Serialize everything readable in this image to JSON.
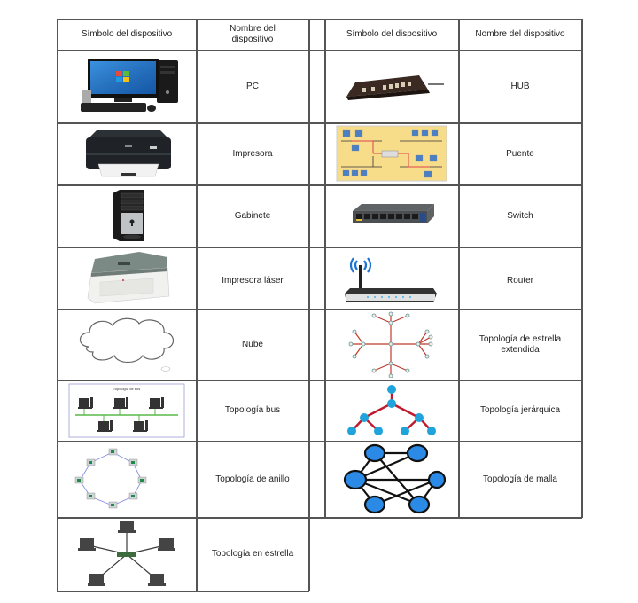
{
  "table": {
    "headers": {
      "left_symbol": "Símbolo del dispositivo",
      "left_name": "Nombre del dispositivo",
      "right_symbol": "Símbolo del dispositivo",
      "right_name": "Nombre del dispositivo"
    },
    "left_rows": [
      {
        "icon": "pc-icon",
        "name": "PC"
      },
      {
        "icon": "printer-icon",
        "name": "Impresora"
      },
      {
        "icon": "tower-case-icon",
        "name": "Gabinete"
      },
      {
        "icon": "laser-printer-icon",
        "name": "Impresora láser"
      },
      {
        "icon": "cloud-icon",
        "name": "Nube"
      },
      {
        "icon": "bus-topology-icon",
        "name": "Topología bus"
      },
      {
        "icon": "ring-topology-icon",
        "name": "Topología de anillo"
      },
      {
        "icon": "star-topology-icon",
        "name": "Topología en estrella"
      }
    ],
    "right_rows": [
      {
        "icon": "hub-icon",
        "name": "HUB"
      },
      {
        "icon": "bridge-icon",
        "name": "Puente"
      },
      {
        "icon": "switch-icon",
        "name": "Switch"
      },
      {
        "icon": "router-icon",
        "name": "Router"
      },
      {
        "icon": "extended-star-topology-icon",
        "name": "Topología de estrella extendida"
      },
      {
        "icon": "hierarchical-topology-icon",
        "name": "Topología jerárquica"
      },
      {
        "icon": "mesh-topology-icon",
        "name": "Topología de malla"
      }
    ],
    "bus_diagram_caption": "Topología de bus"
  },
  "colors": {
    "border": "#555555",
    "star_ext_line": "#c0392b",
    "hier_node": "#1fa3dc",
    "hier_line": "#c0182c",
    "mesh_node": "#2b8ae6",
    "bus_line": "#58b948",
    "bridge_bg": "#f7dc8a"
  }
}
